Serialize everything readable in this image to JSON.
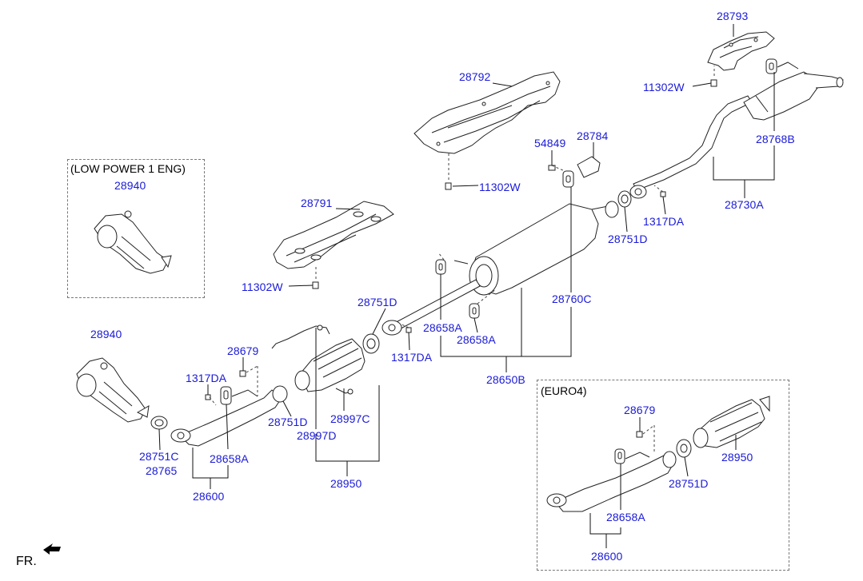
{
  "boxes": {
    "low_power_title": "(LOW POWER 1 ENG)",
    "euro4_title": "(EURO4)"
  },
  "labels": {
    "p28793": "28793",
    "p28792": "28792",
    "p11302w_a": "11302W",
    "p11302w_b": "11302W",
    "p11302w_c": "11302W",
    "p54849": "54849",
    "p28784": "28784",
    "p28768b": "28768B",
    "p28730a": "28730A",
    "p1317da_a": "1317DA",
    "p28751d_a": "28751D",
    "p28791": "28791",
    "p28940_a": "28940",
    "p28940_b": "28940",
    "p28760c": "28760C",
    "p28751d_b": "28751D",
    "p28658a_a": "28658A",
    "p28658a_b": "28658A",
    "p1317da_b": "1317DA",
    "p28650b": "28650B",
    "p28679_a": "28679",
    "p1317da_c": "1317DA",
    "p28751d_c": "28751D",
    "p28997c": "28997C",
    "p28997d": "28997D",
    "p28950_a": "28950",
    "p28751c": "28751C",
    "p28765": "28765",
    "p28658a_c": "28658A",
    "p28600_a": "28600",
    "p28679_b": "28679",
    "p28950_b": "28950",
    "p28751d_d": "28751D",
    "p28658a_d": "28658A",
    "p28600_b": "28600"
  },
  "front_marker": "FR."
}
